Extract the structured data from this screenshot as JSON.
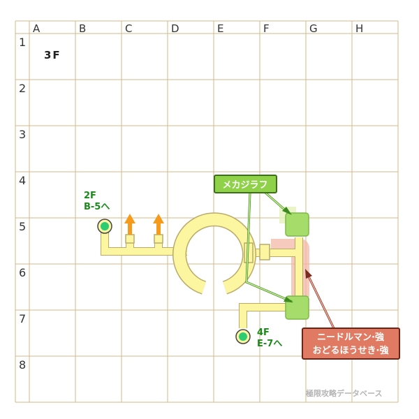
{
  "columns": [
    "A",
    "B",
    "C",
    "D",
    "E",
    "F",
    "G",
    "H"
  ],
  "rows": [
    "1",
    "2",
    "3",
    "4",
    "5",
    "6",
    "7",
    "8"
  ],
  "floor_label": "3F",
  "stairs_down": {
    "line1": "2F",
    "line2": "B-5へ",
    "color": "#2ecc71"
  },
  "stairs_up": {
    "line1": "4F",
    "line2": "E-7へ",
    "color": "#2ecc71"
  },
  "enemy_label": "メカジラフ",
  "boss_label": {
    "line1": "ニードルマン·強",
    "line2": "おどるほうせき·強"
  },
  "watermark": "極限攻略データベース",
  "colors": {
    "grid": "#d6b98a",
    "path": "#fdf6a0",
    "path_border": "#b9aa6a",
    "room": "#a6dd6a",
    "enemy_tag": "#8fd24a",
    "boss_tag": "#e07a62",
    "arrow": "#f59a1b"
  }
}
